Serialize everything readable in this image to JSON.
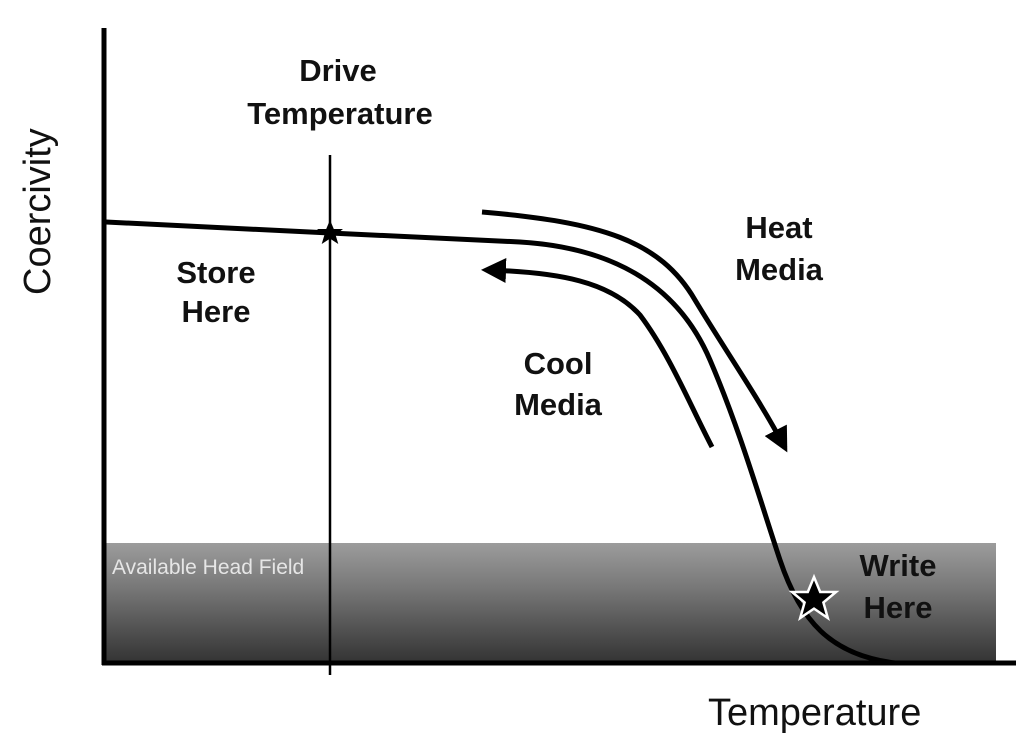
{
  "axes": {
    "y_label": "Coercivity",
    "x_label": "Temperature"
  },
  "labels": {
    "drive_temperature": [
      "Drive",
      "Temperature"
    ],
    "store_here": [
      "Store",
      "Here"
    ],
    "heat_media": [
      "Heat",
      "Media"
    ],
    "cool_media": [
      "Cool",
      "Media"
    ],
    "write_here": [
      "Write",
      "Here"
    ],
    "available_head_field": "Available Head Field"
  },
  "colors": {
    "curve": "#000000",
    "band_top": "#9a9a9a",
    "band_bottom": "#3a3a3a",
    "background": "#ffffff"
  },
  "icons": {
    "store_point": "star-icon",
    "write_point": "star-outline-icon"
  }
}
